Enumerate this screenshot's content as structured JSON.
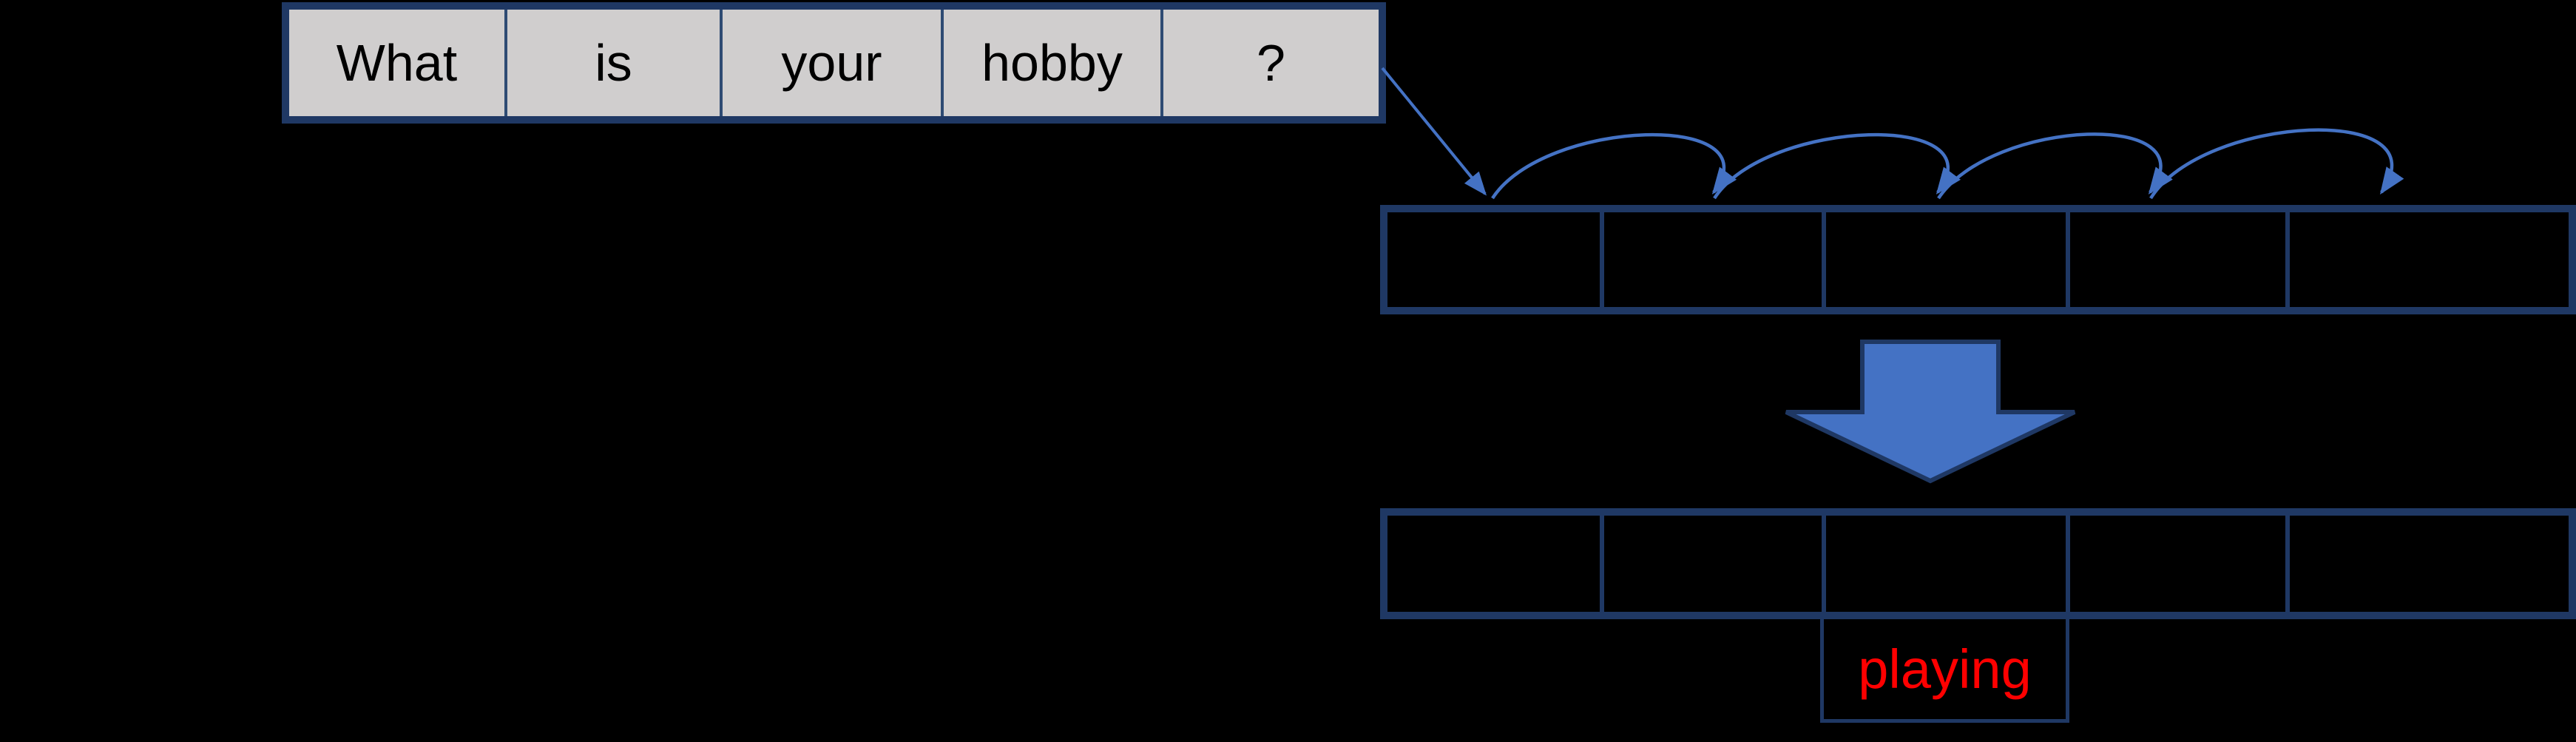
{
  "sentence_table": {
    "cells": [
      "What",
      "is",
      "your",
      "hobby",
      "?"
    ]
  },
  "embedding_row": {
    "cells": [
      "",
      "",
      "",
      "",
      ""
    ]
  },
  "output_row": {
    "cells": [
      "",
      "",
      "",
      "",
      ""
    ]
  },
  "prediction": {
    "word": "playing"
  },
  "icons": {
    "flow_arrow": "diagonal-connector-arrow",
    "hop_arcs": "hop-arc-arrows",
    "down_arrow": "block-down-arrow"
  },
  "colors": {
    "background": "#000000",
    "table_fill": "#d0cece",
    "border_navy": "#1f3864",
    "inner_border_navy": "#2e4b73",
    "arrow_blue": "#4472c4",
    "word_text": "#000000",
    "prediction_text": "#ff0000"
  }
}
